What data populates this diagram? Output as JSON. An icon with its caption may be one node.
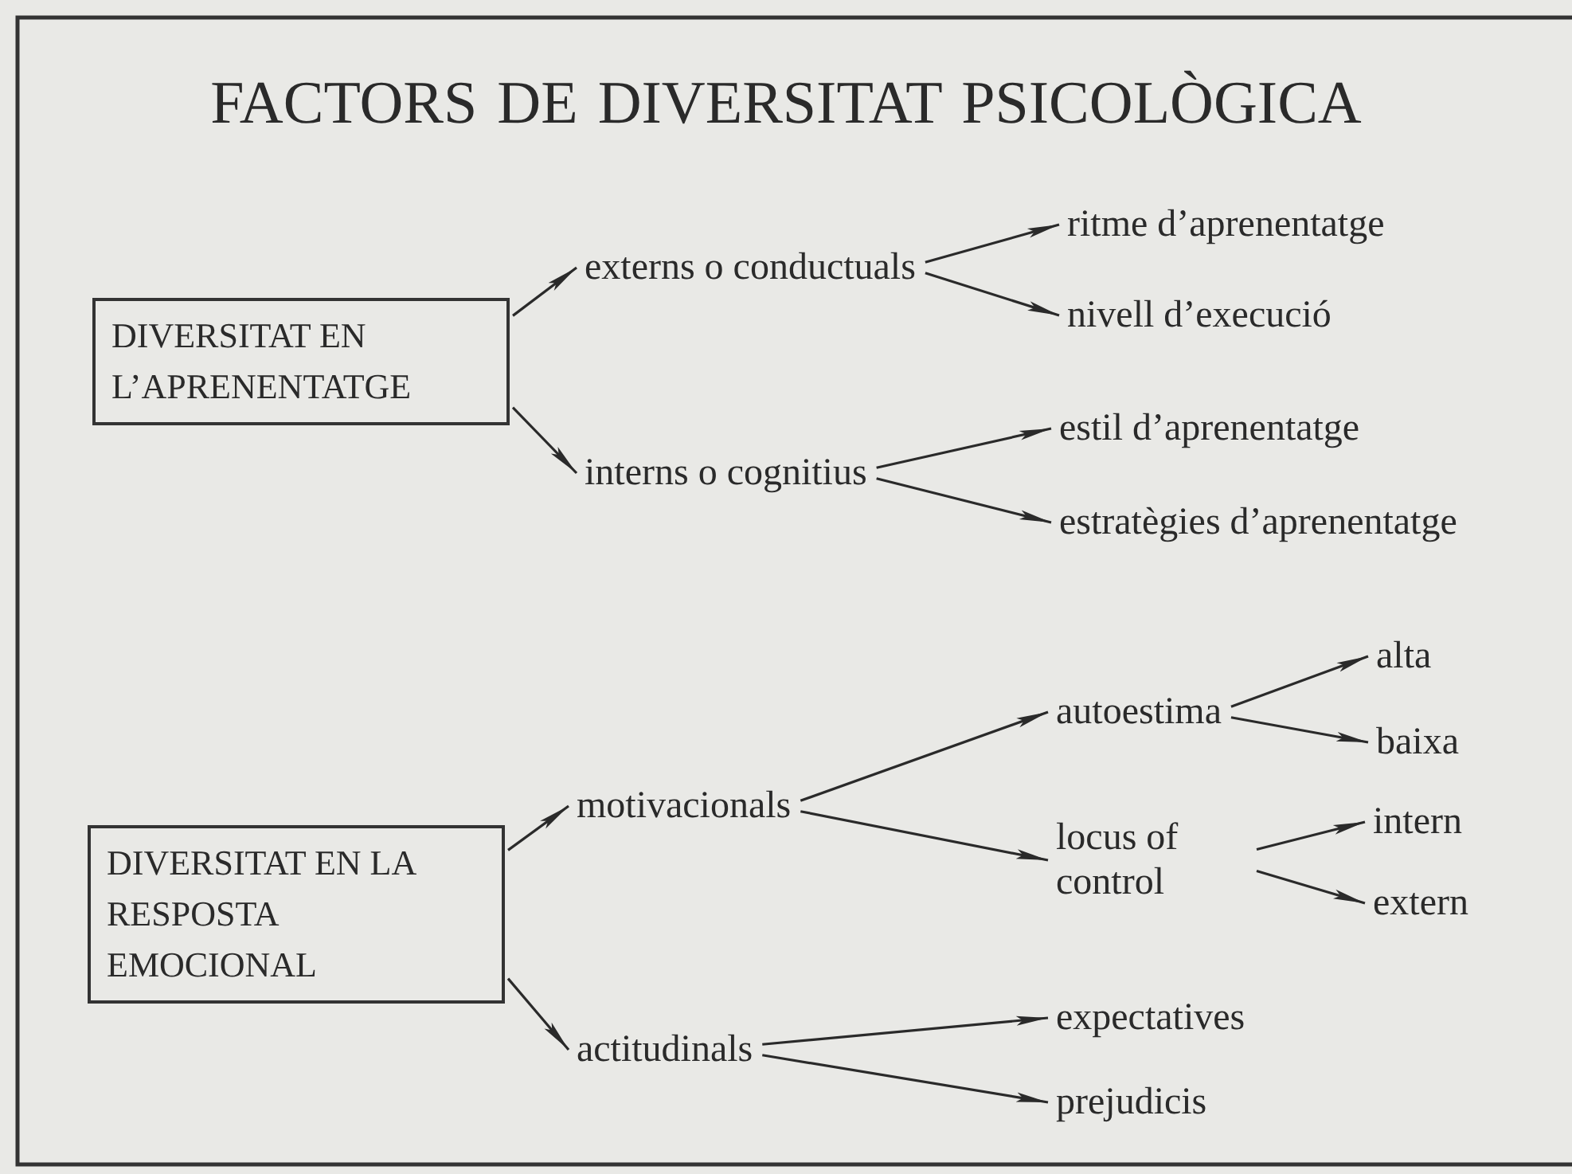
{
  "diagram": {
    "title": "FACTORS DE DIVERSITAT PSICOLÒGICA",
    "nodes": [
      {
        "text": [
          "DIVERSITAT EN L’APRENENTATGE"
        ]
      },
      {
        "text": [
          "externs o conductuals"
        ]
      },
      {
        "text": [
          "interns o cognitius"
        ]
      },
      {
        "text": [
          "ritme d’aprenentatge"
        ]
      },
      {
        "text": [
          "nivell d’execució"
        ]
      },
      {
        "text": [
          "estil d’aprenentatge"
        ]
      },
      {
        "text": [
          "estratègies d’aprenentatge"
        ]
      },
      {
        "text": [
          "DIVERSITAT EN LA RESPOSTA EMOCIONAL"
        ]
      },
      {
        "text": [
          "motivacionals"
        ]
      },
      {
        "text": [
          "actitudinals"
        ]
      },
      {
        "text": [
          "autoestima"
        ]
      },
      {
        "text": [
          "locus of control"
        ]
      },
      {
        "text": [
          "alta"
        ]
      },
      {
        "text": [
          "baixa"
        ]
      },
      {
        "text": [
          "intern"
        ]
      },
      {
        "text": [
          "extern"
        ]
      },
      {
        "text": [
          "expectatives"
        ]
      },
      {
        "text": [
          "prejudicis"
        ]
      }
    ],
    "edges": [
      {
        "from": 0,
        "to": 1,
        "arrow": "to"
      },
      {
        "from": 0,
        "to": 2,
        "arrow": "to"
      },
      {
        "from": 1,
        "to": 3,
        "arrow": "to"
      },
      {
        "from": 1,
        "to": 4,
        "arrow": "to"
      },
      {
        "from": 2,
        "to": 5,
        "arrow": "to"
      },
      {
        "from": 2,
        "to": 6,
        "arrow": "to"
      },
      {
        "from": 7,
        "to": 8,
        "arrow": "to"
      },
      {
        "from": 7,
        "to": 9,
        "arrow": "to"
      },
      {
        "from": 8,
        "to": 10,
        "arrow": "to"
      },
      {
        "from": 8,
        "to": 11,
        "arrow": "to"
      },
      {
        "from": 10,
        "to": 12,
        "arrow": "to"
      },
      {
        "from": 10,
        "to": 13,
        "arrow": "to"
      },
      {
        "from": 11,
        "to": 14,
        "arrow": "to"
      },
      {
        "from": 11,
        "to": 15,
        "arrow": "to"
      },
      {
        "from": 9,
        "to": 16,
        "arrow": "to"
      },
      {
        "from": 9,
        "to": 17,
        "arrow": "to"
      }
    ]
  }
}
